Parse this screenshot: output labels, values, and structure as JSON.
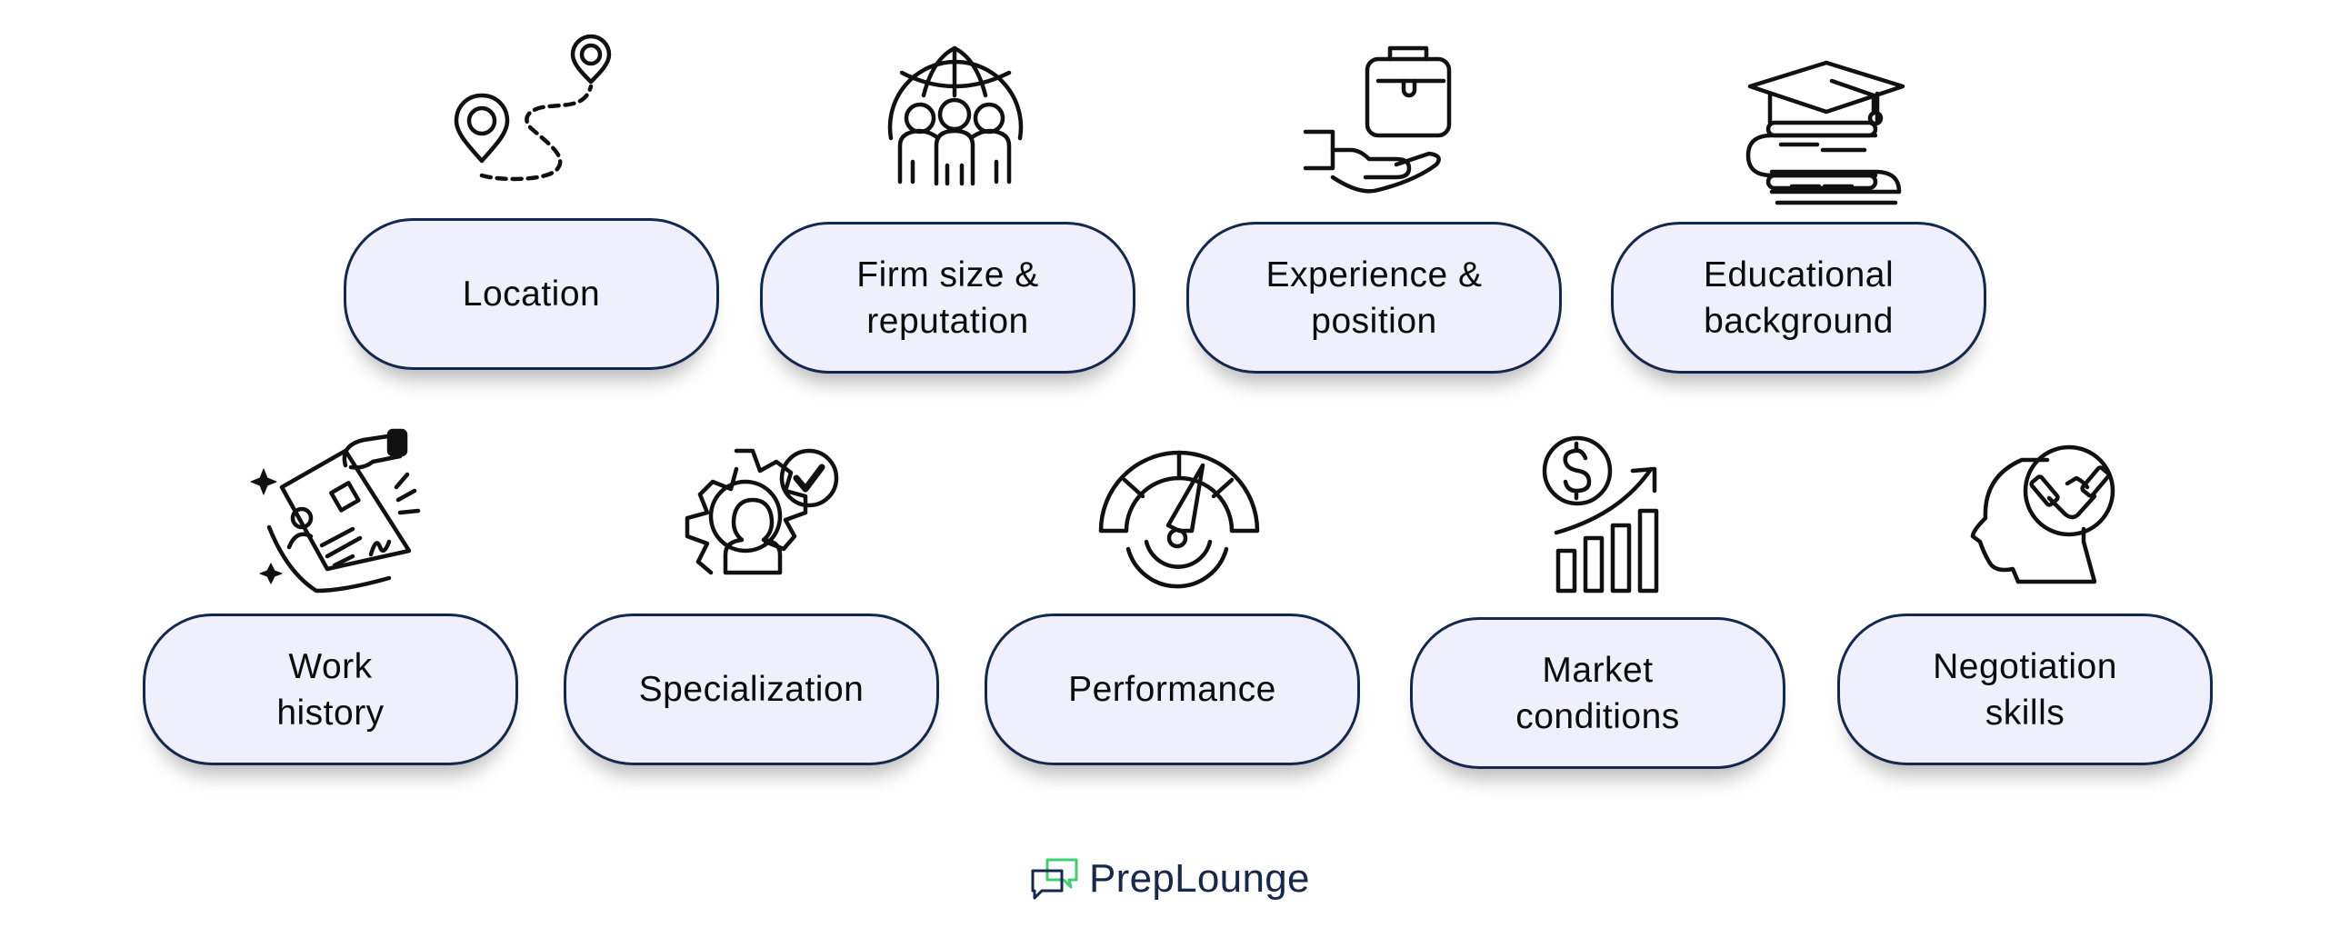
{
  "factors": {
    "top_row": [
      {
        "label": "Location",
        "icon": "route-map-pin-icon"
      },
      {
        "label": "Firm size &\nreputation",
        "icon": "global-team-icon"
      },
      {
        "label": "Experience &\nposition",
        "icon": "hand-briefcase-icon"
      },
      {
        "label": "Educational\nbackground",
        "icon": "graduation-books-icon"
      }
    ],
    "bottom_row": [
      {
        "label": "Work\nhistory",
        "icon": "resume-document-icon"
      },
      {
        "label": "Specialization",
        "icon": "gear-person-check-icon"
      },
      {
        "label": "Performance",
        "icon": "speedometer-gauge-icon"
      },
      {
        "label": "Market\nconditions",
        "icon": "dollar-growth-chart-icon"
      },
      {
        "label": "Negotiation\nskills",
        "icon": "head-handshake-icon"
      }
    ]
  },
  "brand": {
    "name": "PrepLounge",
    "colors": {
      "navy": "#16284e",
      "green": "#3ecf6e",
      "card_fill": "#f0effc",
      "card_border": "#13284f"
    }
  }
}
